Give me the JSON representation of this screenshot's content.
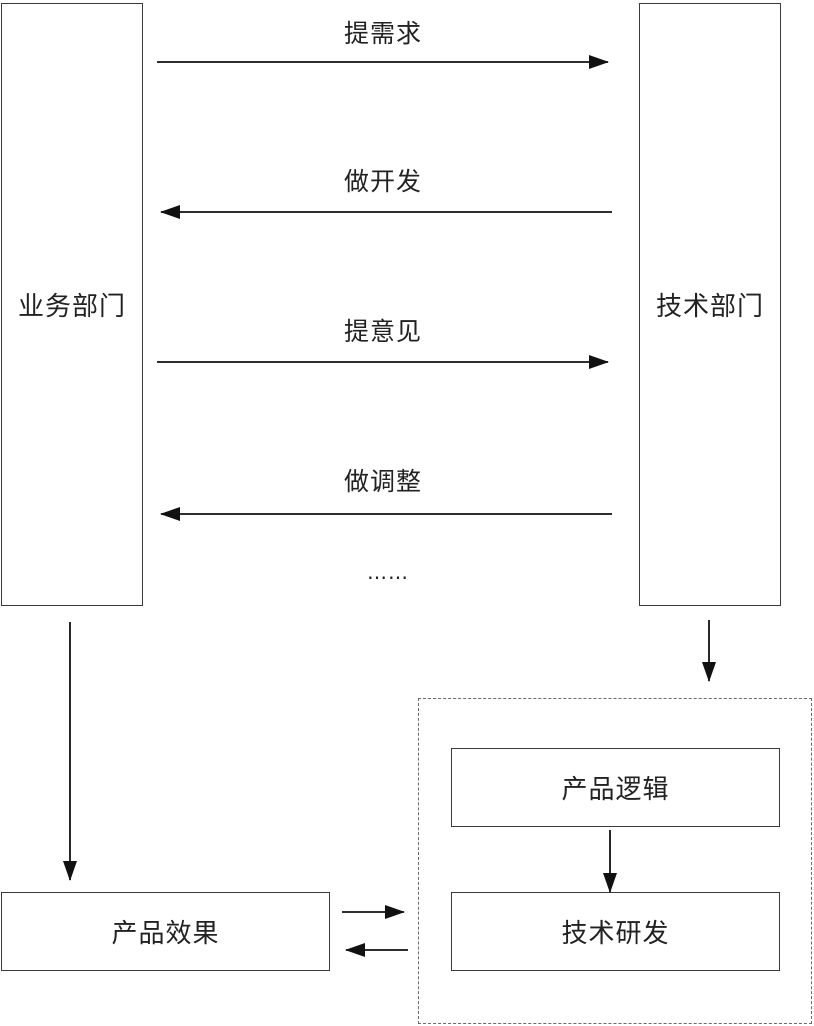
{
  "nodes": {
    "business_dept": "业务部门",
    "tech_dept": "技术部门",
    "product_effect": "产品效果",
    "product_logic": "产品逻辑",
    "tech_dev": "技术研发"
  },
  "flows": {
    "raise_requirements": "提需求",
    "do_development": "做开发",
    "raise_feedback": "提意见",
    "do_adjustment": "做调整",
    "ellipsis": "……"
  },
  "colors": {
    "stroke": "#3a3a3a",
    "dashed": "#6a6a6a",
    "arrow": "#111111"
  }
}
